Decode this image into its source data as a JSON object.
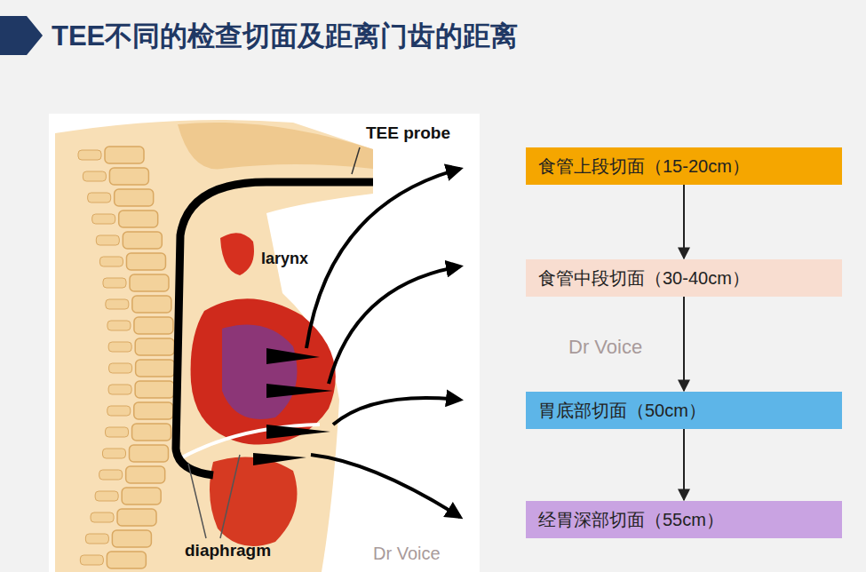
{
  "diagram": {
    "title": "TEE不同的检查切面及距离门齿的距离",
    "nodes": [
      {
        "text": [
          "食管上段切面（15-20cm）"
        ]
      },
      {
        "text": [
          "食管中段切面（30-40cm）"
        ]
      },
      {
        "text": [
          "胃底部切面（50cm）"
        ]
      },
      {
        "text": [
          "经胃深部切面（55cm）"
        ]
      }
    ],
    "edges": [
      {
        "from": 0,
        "to": 1,
        "arrow": "to"
      },
      {
        "from": 1,
        "to": 2,
        "arrow": "to"
      },
      {
        "from": 2,
        "to": 3,
        "arrow": "to"
      }
    ],
    "labels": [
      "TEE probe",
      "larynx",
      "diaphragm",
      "Dr Voice",
      "Dr Voice"
    ]
  }
}
